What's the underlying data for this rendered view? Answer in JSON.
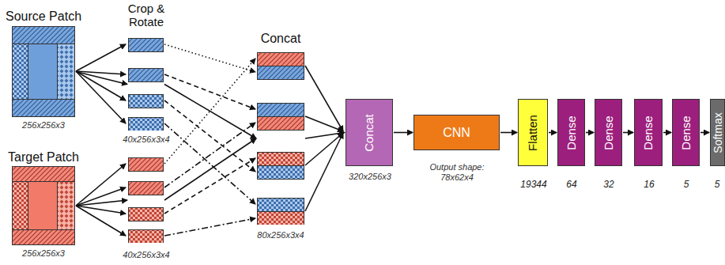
{
  "diagram": {
    "nodes": [
      {
        "text": [
          "Source Patch",
          "256x256x3"
        ]
      },
      {
        "text": [
          "Crop & Rotate",
          "40x256x3x4"
        ]
      },
      {
        "text": [
          "Target Patch",
          "256x256x3"
        ]
      },
      {
        "text": [
          "40x256x3x4"
        ]
      },
      {
        "text": [
          "Concat",
          "80x256x3x4"
        ]
      },
      {
        "text": [
          "Concat",
          "320x256x3"
        ]
      },
      {
        "text": [
          "CNN",
          "Output shape: 78x62x4"
        ]
      },
      {
        "text": [
          "Flatten",
          "19344"
        ]
      },
      {
        "text": [
          "Dense",
          "64"
        ]
      },
      {
        "text": [
          "Dense",
          "32"
        ]
      },
      {
        "text": [
          "Dense",
          "16"
        ]
      },
      {
        "text": [
          "Dense",
          "5"
        ]
      },
      {
        "text": [
          "Softmax",
          "5"
        ]
      }
    ],
    "edges": [
      {
        "from": 0,
        "to": 1,
        "arrow": "to"
      },
      {
        "from": 2,
        "to": 3,
        "arrow": "to"
      },
      {
        "from": 1,
        "to": 4,
        "arrow": "to"
      },
      {
        "from": 3,
        "to": 4,
        "arrow": "to"
      },
      {
        "from": 4,
        "to": 5,
        "arrow": "to"
      },
      {
        "from": 5,
        "to": 6,
        "arrow": "to"
      },
      {
        "from": 6,
        "to": 7,
        "arrow": "to"
      },
      {
        "from": 7,
        "to": 8,
        "arrow": "to"
      },
      {
        "from": 8,
        "to": 9,
        "arrow": "to"
      },
      {
        "from": 9,
        "to": 10,
        "arrow": "to"
      },
      {
        "from": 10,
        "to": 11,
        "arrow": "to"
      },
      {
        "from": 11,
        "to": 12,
        "arrow": "to"
      }
    ]
  }
}
